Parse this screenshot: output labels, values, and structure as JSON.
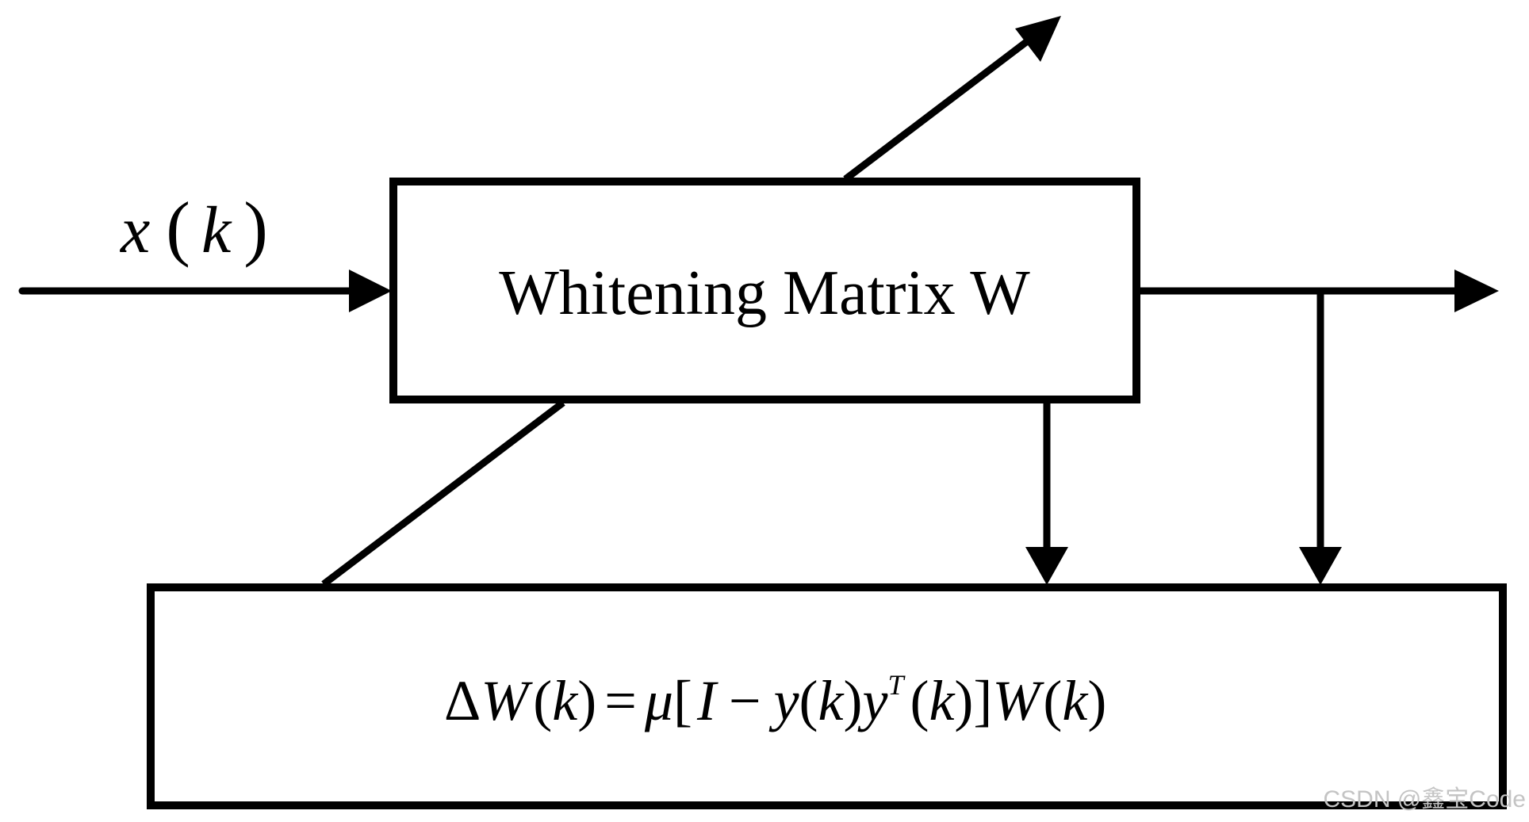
{
  "diagram": {
    "input_signal": {
      "var": "x",
      "open": "(",
      "arg": "k",
      "close": ")"
    },
    "whitening_box": {
      "label": "Whitening Matrix W"
    },
    "update_box": {
      "delta": "Δ",
      "w1": "W",
      "p1": "(",
      "k1": "k",
      "c1": ")",
      "eq": "=",
      "mu": "μ",
      "lb": "[",
      "identity": "I",
      "minus": "−",
      "y1": "y",
      "p2": "(",
      "k2": "k",
      "c2": ")",
      "y2": "y",
      "sup": "T",
      "p3": "(",
      "k3": "k",
      "c3": ")",
      "rb": "]",
      "w2": "W",
      "p4": "(",
      "k4": "k",
      "c4": ")"
    }
  },
  "watermark": "CSDN @鑫宝Code",
  "colors": {
    "stroke": "#000000",
    "background": "#ffffff",
    "watermark": "#c4c4c4"
  }
}
